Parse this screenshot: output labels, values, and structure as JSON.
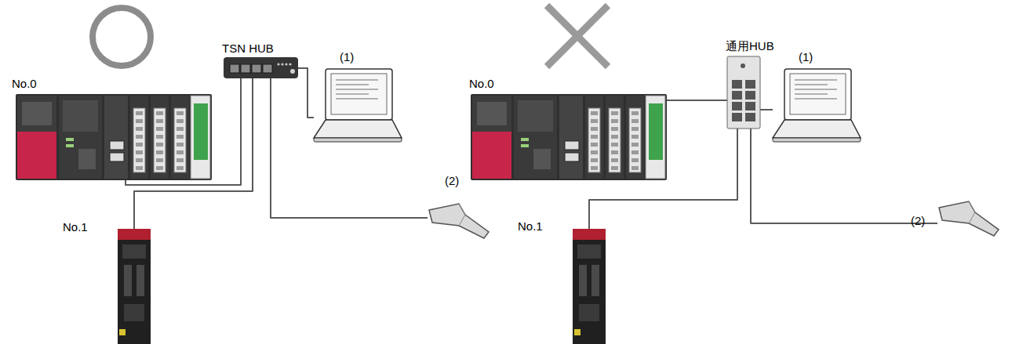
{
  "diagram": {
    "nodes": [
      {
        "text": [
          "No.0"
        ]
      },
      {
        "text": [
          "TSN HUB"
        ]
      },
      {
        "text": [
          "(1)"
        ]
      },
      {
        "text": [
          "(2)"
        ]
      },
      {
        "text": [
          "No.1"
        ]
      },
      {
        "text": [
          "No.0"
        ]
      },
      {
        "text": [
          "通用HUB"
        ]
      },
      {
        "text": [
          "(1)"
        ]
      },
      {
        "text": [
          "(2)"
        ]
      },
      {
        "text": [
          "No.1"
        ]
      }
    ],
    "edges": [
      {
        "from": 0,
        "to": 1,
        "arrow": "none"
      },
      {
        "from": 4,
        "to": 1,
        "arrow": "none"
      },
      {
        "from": 2,
        "to": 1,
        "arrow": "none"
      },
      {
        "from": 3,
        "to": 1,
        "arrow": "none"
      },
      {
        "from": 5,
        "to": 6,
        "arrow": "none"
      },
      {
        "from": 9,
        "to": 6,
        "arrow": "none"
      },
      {
        "from": 7,
        "to": 6,
        "arrow": "none"
      },
      {
        "from": 8,
        "to": 6,
        "arrow": "none"
      }
    ]
  }
}
